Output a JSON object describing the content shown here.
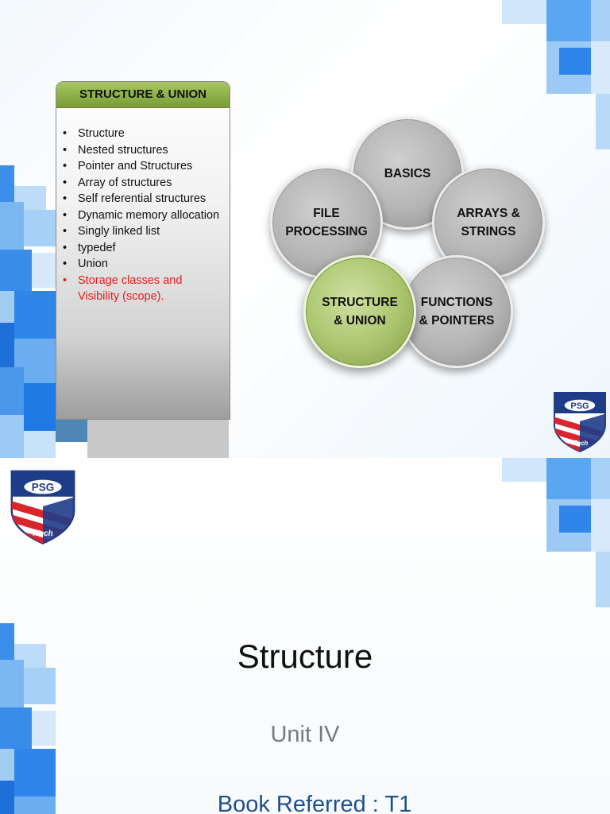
{
  "slide1": {
    "panel": {
      "header": "STRUCTURE & UNION",
      "items": [
        {
          "text": "Structure"
        },
        {
          "text": "Nested structures"
        },
        {
          "text": "Pointer and Structures"
        },
        {
          "text": "Array of structures"
        },
        {
          "text": "Self referential structures"
        },
        {
          "text": "Dynamic memory allocation"
        },
        {
          "text": "Singly linked list"
        },
        {
          "text": "typedef"
        },
        {
          "text": "Union"
        },
        {
          "text": "Storage classes and Visibility (scope).",
          "highlight": true
        }
      ]
    },
    "topics": [
      {
        "lines": [
          "BASICS"
        ]
      },
      {
        "lines": [
          "FILE",
          "PROCESSING"
        ]
      },
      {
        "lines": [
          "ARRAYS &",
          "STRINGS"
        ]
      },
      {
        "lines": [
          "FUNCTIONS",
          "& POINTERS"
        ]
      },
      {
        "lines": [
          "STRUCTURE",
          "& UNION"
        ],
        "active": true
      }
    ],
    "logo_text": {
      "top": "PSG",
      "bottom": "iTech"
    }
  },
  "slide2": {
    "title": "Structure",
    "subtitle": "Unit IV",
    "book": "Book Referred : T1",
    "logo_text": {
      "top": "PSG",
      "bottom": "iTech"
    }
  },
  "colors": {
    "header_green": "#8fb24a",
    "active_circle": "#a9c46c",
    "inactive_circle": "#b4b4b4",
    "highlight_text": "#e41b1b",
    "tile_blue": "#2f86e8",
    "book_text": "#1f4e8c"
  }
}
